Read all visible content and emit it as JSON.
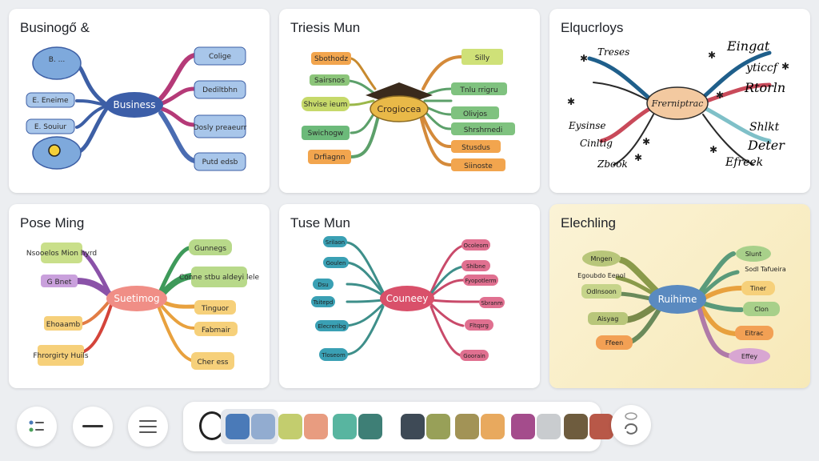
{
  "cards": [
    {
      "title": "Businogő &",
      "center": "Business",
      "nodes_left": [
        "B. ...",
        "E. Eneime",
        "E. Souiur"
      ],
      "nodes_right": [
        "Colige",
        "Dediltbhn",
        "Dosly preaeurr",
        "Putd edsb"
      ]
    },
    {
      "title": "Triesis Mun",
      "center": "Crogiocea",
      "nodes_left": [
        "Sbothodz",
        "Sairsnos",
        "Shvise ieum",
        "Swichogw",
        "Drfiagnn"
      ],
      "nodes_right": [
        "Silly",
        "Tnlu rrigru",
        "Olivjos",
        "Shrshrnedi",
        "Stusdus",
        "Siinoste"
      ]
    },
    {
      "title": "Elqucrloys",
      "center": "Frerniptrac",
      "labels": [
        "Treses",
        "Eingat",
        "yticcf",
        "Rtorln",
        "Eysinse",
        "Cinltig",
        "Shlkt",
        "Deter",
        "Zbook",
        "Efreek"
      ]
    },
    {
      "title": "Pose Ming",
      "center": "Suetimog",
      "nodes_left": [
        "Nsooelos Mion hyrd",
        "G Bnet",
        "Ehoaamb",
        "Fhrorgirty Huils"
      ],
      "nodes_right": [
        "Gunnegs",
        "Conne stbu aldeyi lele",
        "Tinguor",
        "Fabmair",
        "Cher ess"
      ]
    },
    {
      "title": "Tuse Mun",
      "center": "Couneey",
      "nodes_left": [
        "Srilaon",
        "Goulen",
        "Dsu",
        "Tsitepd",
        "Elecreribg",
        "Tloseom"
      ],
      "nodes_right": [
        "Ocoleom",
        "Shlbne",
        "Fyopotlerm",
        "Sbranm",
        "Fltqsrg",
        "Goorain"
      ]
    },
    {
      "title": "Elechling",
      "center": "Ruihime",
      "nodes_left": [
        "Mngen",
        "Egoubdo Eenol",
        "Odlnsoon",
        "Aisyag",
        "Ffeen"
      ],
      "nodes_right": [
        "Slunt",
        "Sodl Tafueira",
        "Tiner",
        "Clon",
        "Eitrac",
        "Effey"
      ]
    }
  ],
  "toolbar": {
    "icons": [
      "list-icon",
      "minus-icon",
      "menu-icon"
    ],
    "swatches": [
      "#4a7ab8",
      "#92acd0",
      "#c3cd6e",
      "#e89c80",
      "#58b5a0",
      "#3e7f76",
      "#3e4a56",
      "#98a058",
      "#a29356",
      "#e8a95e",
      "#a44c8c",
      "#c9cccf",
      "#6e5c3e",
      "#b85848"
    ]
  }
}
